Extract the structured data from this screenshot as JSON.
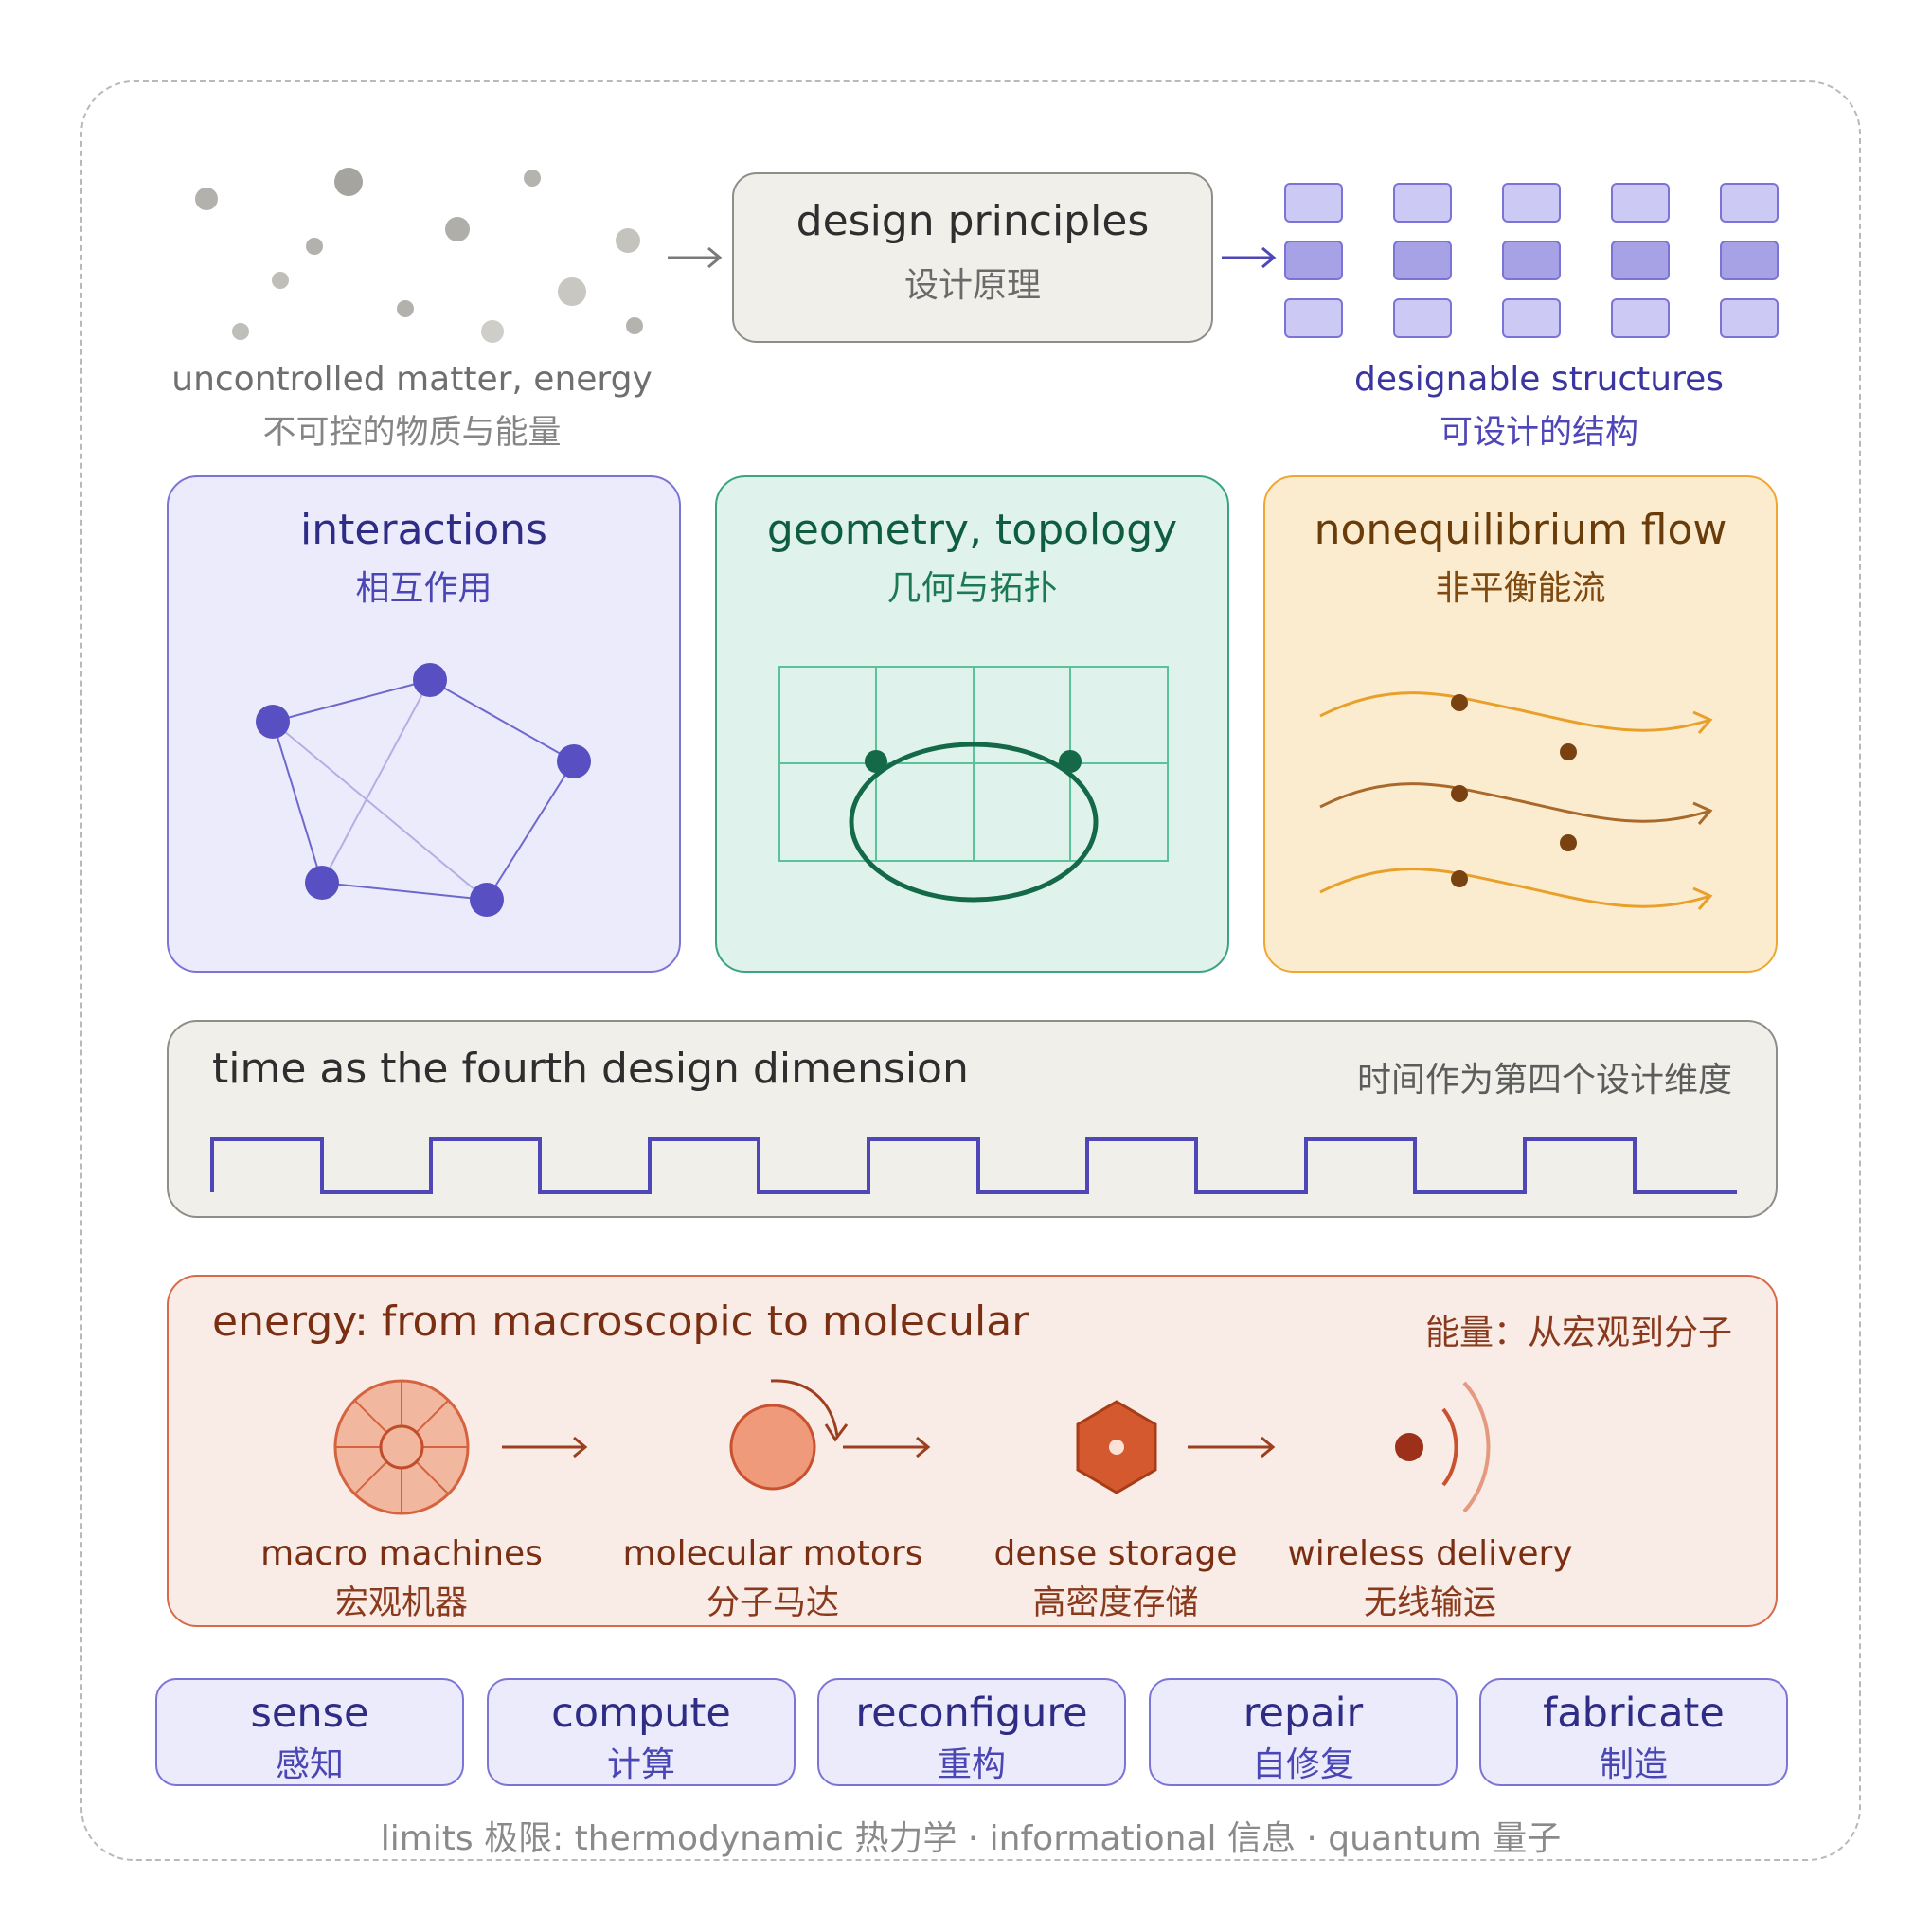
{
  "top": {
    "source": {
      "en": "uncontrolled matter, energy",
      "zh": "不可控的物质与能量"
    },
    "principles": {
      "en": "design principles",
      "zh": "设计原理"
    },
    "target": {
      "en": "designable structures",
      "zh": "可设计的结构"
    }
  },
  "panels": {
    "interactions": {
      "en": "interactions",
      "zh": "相互作用"
    },
    "geometry": {
      "en": "geometry, topology",
      "zh": "几何与拓扑"
    },
    "flow": {
      "en": "nonequilibrium flow",
      "zh": "非平衡能流"
    }
  },
  "time": {
    "en": "time as the fourth design dimension",
    "zh": "时间作为第四个设计维度"
  },
  "energy": {
    "en": "energy: from macroscopic to molecular",
    "zh": "能量：从宏观到分子",
    "stages": [
      {
        "en": "macro machines",
        "zh": "宏观机器"
      },
      {
        "en": "molecular motors",
        "zh": "分子马达"
      },
      {
        "en": "dense storage",
        "zh": "高密度存储"
      },
      {
        "en": "wireless delivery",
        "zh": "无线输运"
      }
    ]
  },
  "capabilities": [
    {
      "en": "sense",
      "zh": "感知"
    },
    {
      "en": "compute",
      "zh": "计算"
    },
    {
      "en": "reconfigure",
      "zh": "重构"
    },
    {
      "en": "repair",
      "zh": "自修复"
    },
    {
      "en": "fabricate",
      "zh": "制造"
    }
  ],
  "limits": "limits 极限: thermodynamic 热力学 · informational 信息 · quantum 量子",
  "colors": {
    "purple": "#4f46b8",
    "green": "#0f6b4a",
    "amber": "#e8a02a",
    "brown": "#8a4a1a",
    "terracotta": "#c8522f",
    "gray": "#7a7a7a"
  }
}
